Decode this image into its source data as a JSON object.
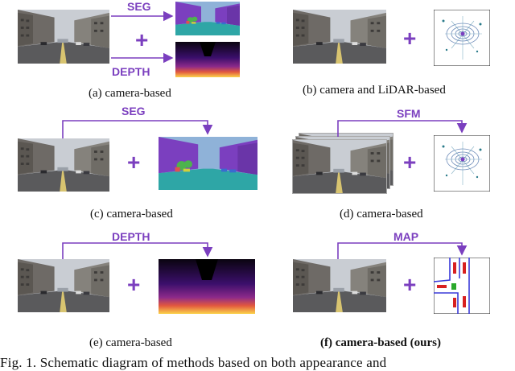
{
  "panels": {
    "a": {
      "caption": "(a) camera-based",
      "top_label": "SEG",
      "bottom_label": "DEPTH"
    },
    "b": {
      "caption": "(b) camera and LiDAR-based"
    },
    "c": {
      "caption": "(c) camera-based",
      "label": "SEG"
    },
    "d": {
      "caption": "(d) camera-based",
      "label": "SFM"
    },
    "e": {
      "caption": "(e) camera-based",
      "label": "DEPTH"
    },
    "f": {
      "caption": "(f) camera-based (ours)",
      "label": "MAP"
    }
  },
  "plus_symbol": "+",
  "footer_text": "Fig. 1.   Schematic diagram of methods based on both appearance and",
  "colors": {
    "accent": "#7b3fbf",
    "road": "#5a5a5c",
    "sky": "#c9cdd3",
    "seg_road": "#2ea6a6",
    "seg_building": "#7b3fbf"
  }
}
